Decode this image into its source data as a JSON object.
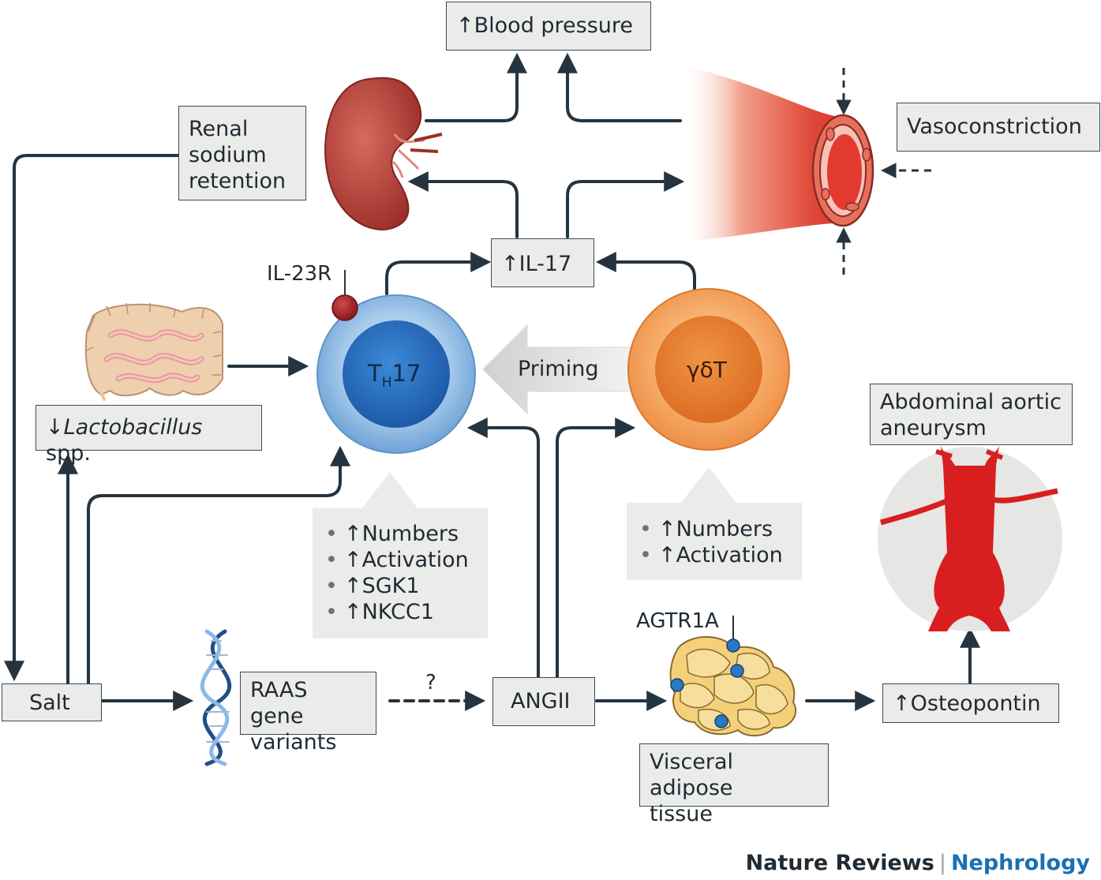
{
  "labels": {
    "blood_pressure": "Blood pressure",
    "renal_line1": "Renal",
    "renal_line2": "sodium",
    "renal_line3": "retention",
    "vasoconstriction": "Vasoconstriction",
    "il17": "IL-17",
    "il23r": "IL-23R",
    "th17_main": "T",
    "th17_sub": "H",
    "th17_tail": "17",
    "priming": "Priming",
    "gdt": "γδT",
    "lacto_italic": "Lactobacillus",
    "lacto_tail": " spp.",
    "abdominal_line1": "Abdominal aortic",
    "abdominal_line2": "aneurysm",
    "agtr1a": "AGTR1A",
    "salt": "Salt",
    "raas_line1": "RAAS gene",
    "raas_line2": "variants",
    "question": "?",
    "angii": "ANGII",
    "osteopontin": "Osteopontin",
    "visceral_line1": "Visceral adipose",
    "visceral_line2": "tissue"
  },
  "th17_effects": [
    "Numbers",
    "Activation",
    "SGK1",
    "NKCC1"
  ],
  "gdt_effects": [
    "Numbers",
    "Activation"
  ],
  "footer": {
    "publisher": "Nature Reviews",
    "separator": "|",
    "journal": "Nephrology"
  },
  "colors": {
    "arrow": "#25343f",
    "box_fill": "#ebecea",
    "th17_outer": "#7fb0de",
    "th17_inner": "#2a6fc0",
    "gdt_outer": "#f4a15e",
    "gdt_inner": "#e2782c",
    "aorta_red": "#d81e1e",
    "kidney": "#b8413a",
    "receptor_red": "#a51d24",
    "adipose": "#f4d07a",
    "adipose_receptor": "#2b78c5",
    "footer_journal": "#1a6fb0"
  }
}
